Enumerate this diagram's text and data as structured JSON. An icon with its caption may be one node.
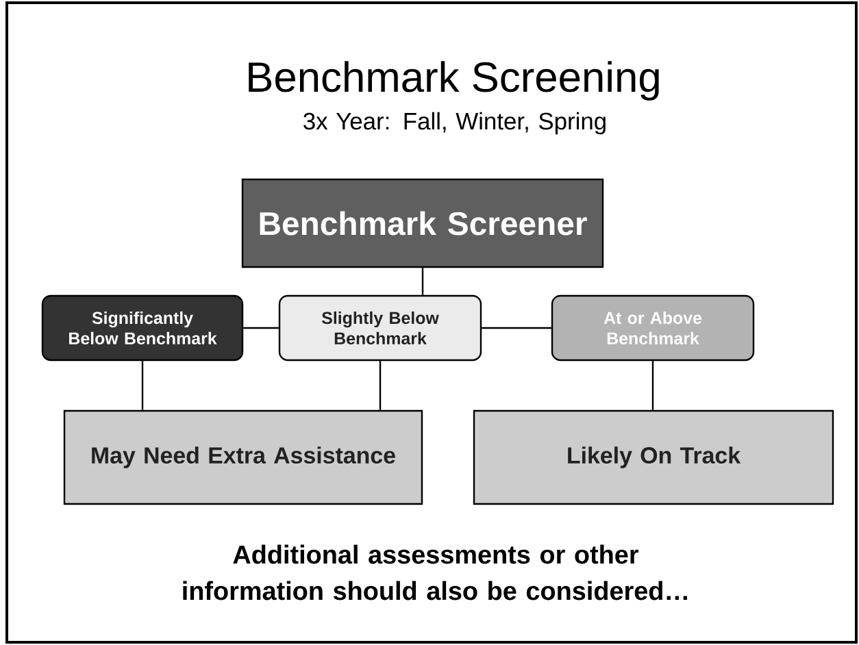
{
  "diagram": {
    "title": "Benchmark Screening",
    "nodes": [
      {
        "text": [
          "Benchmark Screener"
        ]
      },
      {
        "text": [
          "Significantly Below Benchmark"
        ]
      },
      {
        "text": [
          "Slightly Below Benchmark"
        ]
      },
      {
        "text": [
          "At or Above Benchmark"
        ]
      },
      {
        "text": [
          "May Need Extra Assistance"
        ]
      },
      {
        "text": [
          "Likely On Track"
        ]
      }
    ],
    "edges": [
      {
        "from": 0,
        "to": 2,
        "arrow": "none"
      },
      {
        "from": 2,
        "to": 1,
        "arrow": "none"
      },
      {
        "from": 2,
        "to": 3,
        "arrow": "none"
      },
      {
        "from": 1,
        "to": 4,
        "arrow": "none"
      },
      {
        "from": 2,
        "to": 4,
        "arrow": "none"
      },
      {
        "from": 3,
        "to": 5,
        "arrow": "none"
      }
    ],
    "labels": [
      "3x Year: Fall, Winter, Spring",
      "Additional assessments or other information should also be considered…"
    ]
  }
}
